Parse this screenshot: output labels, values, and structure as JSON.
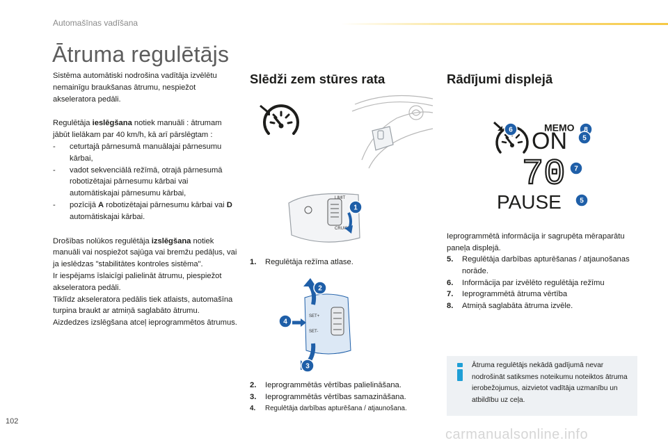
{
  "header": {
    "section": "Automašīnas vadīšana",
    "page_number": "102"
  },
  "title": "Ātruma regulētājs",
  "left": {
    "intro": "Sistēma automātiski nodrošina vadītāja izvēlētu nemainīgu braukšanas ātrumu, nespiežot akseleratora pedāli.",
    "activation_pre": "Regulētāja ",
    "activation_bold": "ieslēgšana",
    "activation_post": " notiek manuāli : ātrumam jābūt lielākam par 40 km/h, kā arī pārslēgtam :",
    "bullets": [
      "ceturtajā pārnesumā manuālajai pārnesumu kārbai,",
      "vadot sekvenciālā režīmā, otrajā pārnesumā robotizētajai pārnesumu kārbai vai automātiskajai pārnesumu kārbai,"
    ],
    "bullet3_pre": "pozīcijā ",
    "bullet3_a": "A",
    "bullet3_mid": " robotizētajai pārnesumu kārbai vai ",
    "bullet3_d": "D",
    "bullet3_post": " automātiskajai kārbai.",
    "off_pre": "Drošības nolūkos regulētāja ",
    "off_bold": "izslēgšana",
    "off_post": " notiek manuāli vai nospiežot sajūga vai bremžu pedāļus, vai ja ieslēdzas \"stabilitātes kontroles sistēma\".",
    "extra": [
      "Ir iespējams īslaicīgi palielināt ātrumu, piespiežot akseleratora pedāli.",
      "Tiklīdz akseleratora pedālis tiek atlaists, automašīna turpina braukt ar atmiņā saglabāto ātrumu.",
      "Aizdedzes izslēgšana atceļ ieprogrammētos ātrumus."
    ]
  },
  "middle": {
    "title": "Slēdži zem stūres rata",
    "item1": {
      "num": "1.",
      "text": "Regulētāja režīma atlase."
    },
    "items": [
      {
        "num": "2.",
        "text": "Ieprogrammētās vērtības palielināšana."
      },
      {
        "num": "3.",
        "text": "Ieprogrammētās vērtības samazināšana."
      },
      {
        "num": "4.",
        "text": "Regulētāja darbības apturēšana / atjaunošana."
      }
    ],
    "switch_labels": {
      "limit": "LIMIT",
      "cruise": "CRUISE",
      "set_plus": "SET+",
      "set_minus": "SET-"
    },
    "badges": [
      "1",
      "2",
      "3",
      "4"
    ]
  },
  "right": {
    "title": "Rādījumi displejā",
    "display": {
      "memo": "MEMO",
      "on": "ON",
      "speed": "70",
      "pause": "PAUSE"
    },
    "badges": [
      "6",
      "8",
      "5",
      "7",
      "5"
    ],
    "intro": "Ieprogrammētā informācija ir sagrupēta mēraparātu paneļa displejā.",
    "items": [
      {
        "num": "5.",
        "text": "Regulētāja darbības apturēšanas / atjaunošanas norāde."
      },
      {
        "num": "6.",
        "text": "Informācija par izvēlēto regulētāja režīmu"
      },
      {
        "num": "7.",
        "text": "Ieprogrammētā ātruma vērtība"
      },
      {
        "num": "8.",
        "text": "Atmiņā saglabāta ātruma izvēle."
      }
    ],
    "note": "Ātruma regulētājs nekādā gadījumā nevar nodrošināt satiksmes noteikumu noteiktos ātruma ierobežojumus, aizvietot vadītāja uzmanību un atbildību uz ceļa."
  },
  "watermark": "carmanualsonline.info",
  "colors": {
    "accent_blue": "#1f5fa8",
    "info_bg": "#eef1f4",
    "title_gray": "#5d5d5d",
    "header_gold": "#f6c945"
  }
}
